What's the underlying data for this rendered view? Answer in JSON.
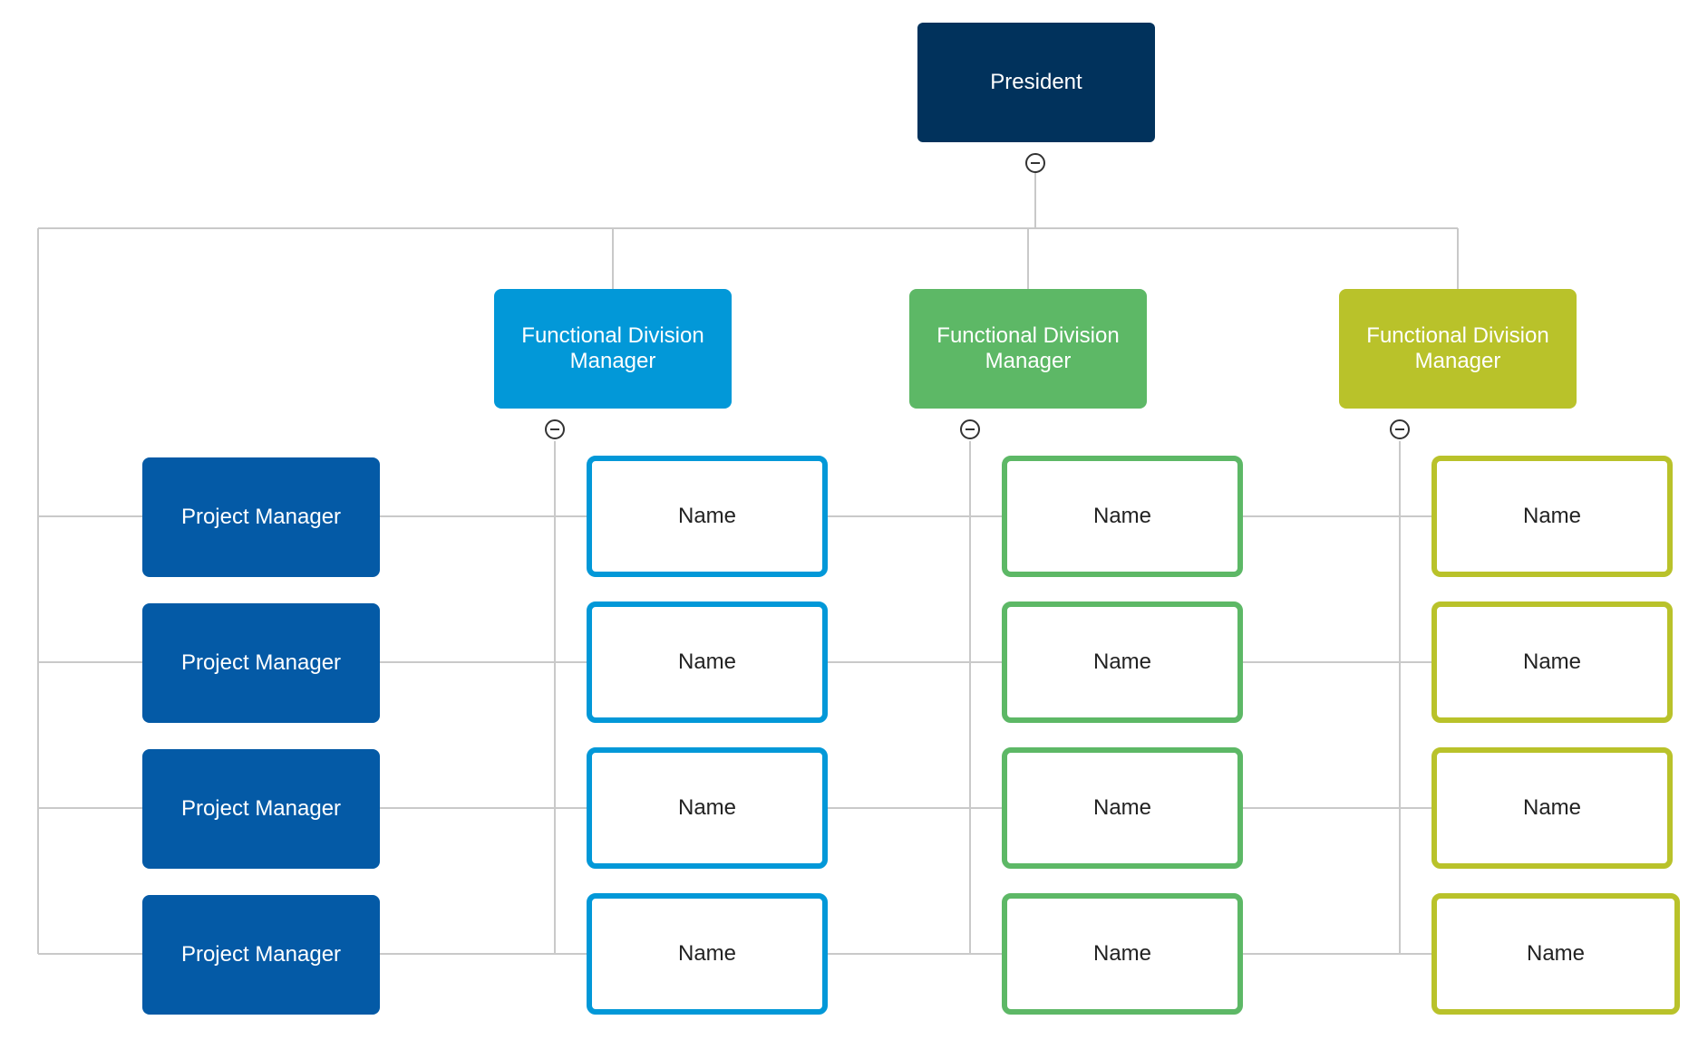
{
  "president": {
    "label": "President",
    "color": "#01325c"
  },
  "collapse_icon": "minus-circle-icon",
  "connector_color": "#c9c9c9",
  "divisions": [
    {
      "label": "Functional Division Manager",
      "color": "#0298d8"
    },
    {
      "label": "Functional Division Manager",
      "color": "#5db866"
    },
    {
      "label": "Functional Division Manager",
      "color": "#b9c22a"
    }
  ],
  "project_managers": {
    "color": "#045aa6",
    "items": [
      "Project Manager",
      "Project Manager",
      "Project Manager",
      "Project Manager"
    ]
  },
  "names": [
    [
      "Name",
      "Name",
      "Name",
      "Name"
    ],
    [
      "Name",
      "Name",
      "Name",
      "Name"
    ],
    [
      "Name",
      "Name",
      "Name",
      "Name"
    ]
  ]
}
